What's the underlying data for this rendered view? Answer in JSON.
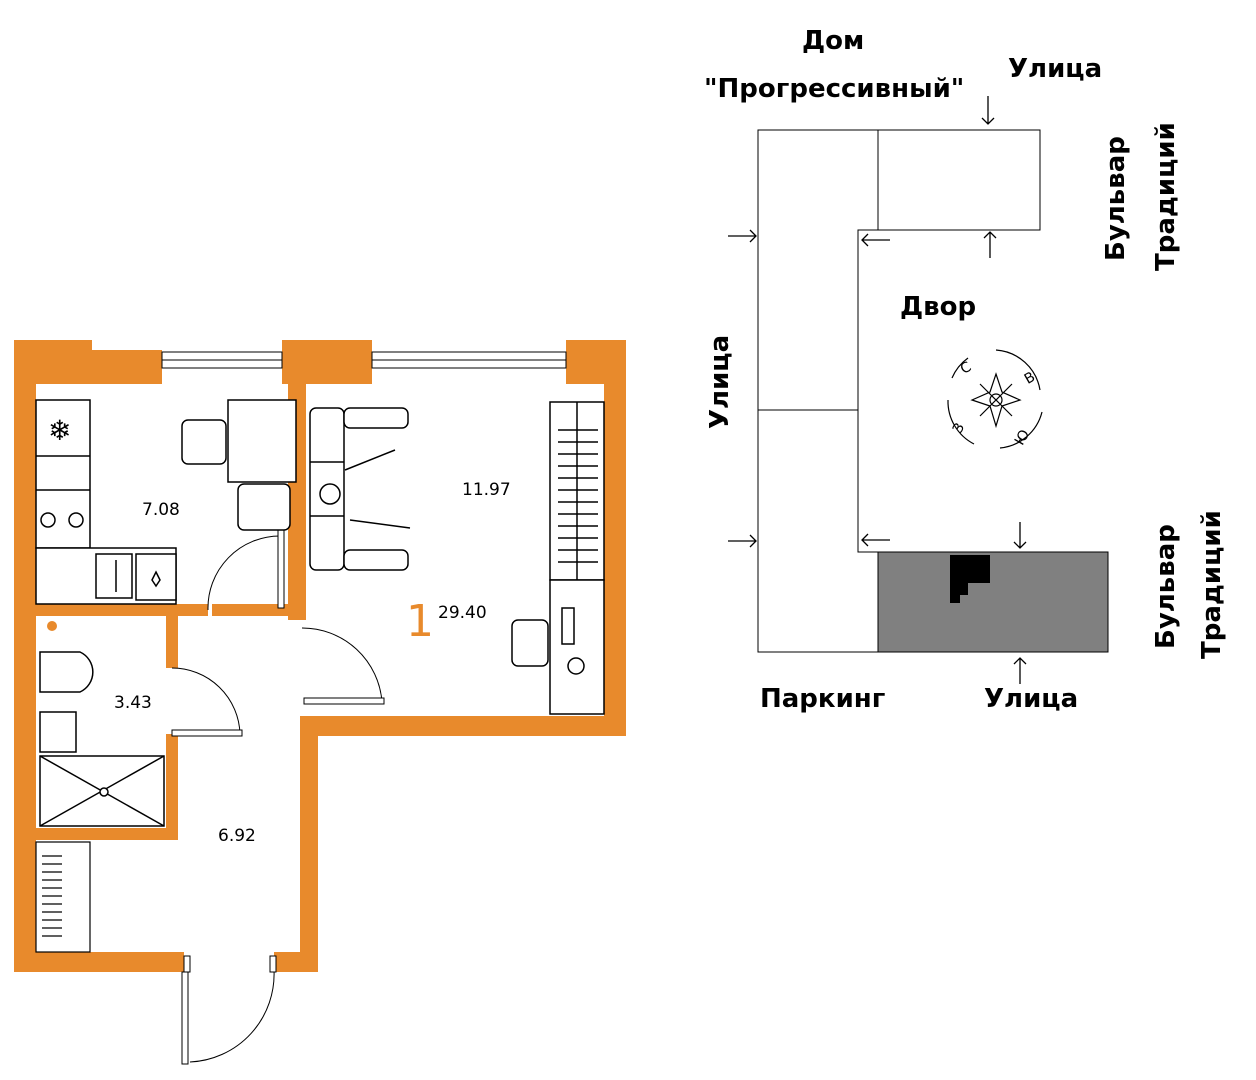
{
  "floorplan": {
    "rooms": {
      "kitchen": "7.08",
      "living": "11.97",
      "bath": "3.43",
      "hall": "6.92",
      "total": "29.40"
    },
    "room_count": "1"
  },
  "site": {
    "house_line1": "Дом",
    "house_line2": "\"Прогрессивный\"",
    "street": "Улица",
    "boulevard_line1": "Бульвар",
    "boulevard_line2": "Традиций",
    "yard": "Двор",
    "parking": "Паркинг",
    "compass": {
      "n": "С",
      "e": "В",
      "s": "Ю",
      "w": "З"
    }
  },
  "colors": {
    "wall": "#e88a2c",
    "highlight": "#808080",
    "line": "#000000"
  }
}
